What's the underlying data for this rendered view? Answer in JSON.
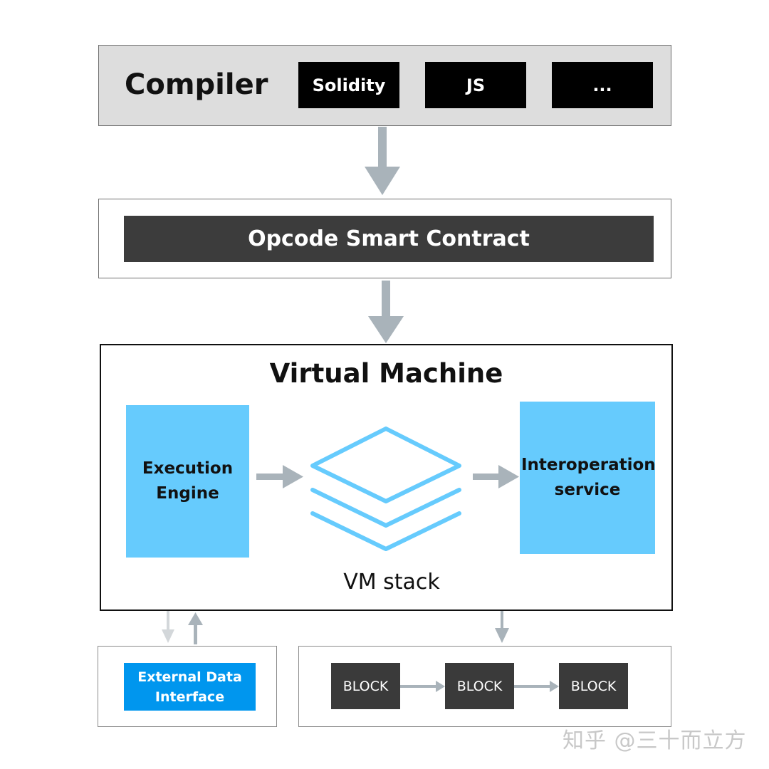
{
  "compiler": {
    "title": "Compiler",
    "languages": [
      "Solidity",
      "JS",
      "..."
    ]
  },
  "opcode": {
    "label": "Opcode Smart Contract"
  },
  "virtual_machine": {
    "title": "Virtual Machine",
    "execution_engine": "Execution Engine",
    "vm_stack": "VM stack",
    "interoperation_service": "Interoperation service"
  },
  "external_data_interface": {
    "label": "External Data Interface"
  },
  "blockchain": {
    "blocks": [
      "BLOCK",
      "BLOCK",
      "BLOCK"
    ]
  },
  "watermark": "知乎 @三十而立方",
  "colors": {
    "arrow": "#a9b3ba",
    "arrow_light": "#d3d7da",
    "cyan": "#66cbfd",
    "blue": "#0096ee",
    "stack_stroke": "#66cbfd"
  }
}
